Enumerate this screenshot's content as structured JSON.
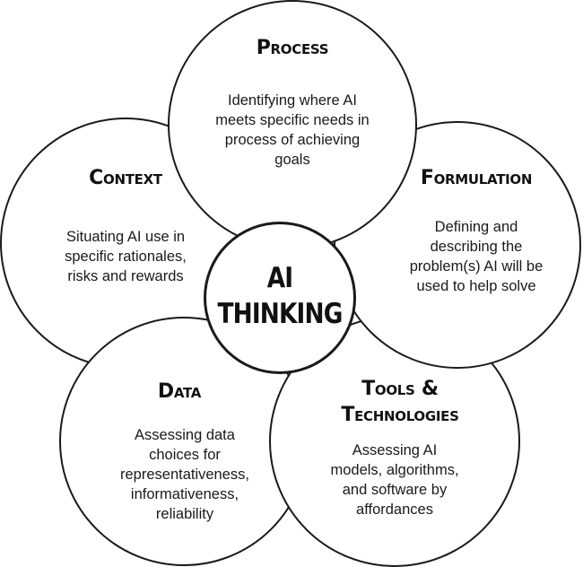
{
  "center": {
    "line1": "AI",
    "line2": "THINKING"
  },
  "nodes": {
    "process": {
      "title": "Process",
      "description": "Identifying where AI\nmeets specific needs in\nprocess of achieving\ngoals"
    },
    "formulation": {
      "title": "Formulation",
      "description": "Defining and\ndescribing the\nproblem(s) AI will be\nused to help solve"
    },
    "tools": {
      "title_line1": "Tools &",
      "title_line2": "Technologies",
      "description": "Assessing AI\nmodels, algorithms,\nand software by\naffordances"
    },
    "data": {
      "title": "Data",
      "description": "Assessing data\nchoices for\nrepresentativeness,\ninformativeness,\nreliability"
    },
    "context": {
      "title": "Context",
      "description": "Situating AI use in\nspecific rationales,\nrisks and rewards"
    }
  },
  "colors": {
    "stroke": "#1a1a1a",
    "fill": "#ffffff",
    "text": "#111111"
  }
}
